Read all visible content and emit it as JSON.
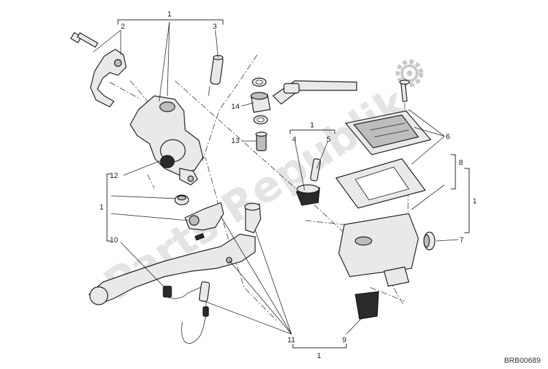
{
  "diagram_code": "BRB00689",
  "watermark": {
    "text": "Parts Republik",
    "color": "#cccccc"
  },
  "callouts": {
    "c1_top": "1",
    "c2": "2",
    "c3": "3",
    "c1_left": "1",
    "c12": "12",
    "c10": "10",
    "c14": "14",
    "c13": "13",
    "c1_mid": "1",
    "c4": "4",
    "c5": "5",
    "c6": "6",
    "c8": "8",
    "c1_right": "1",
    "c7": "7",
    "c11": "11",
    "c9": "9",
    "c1_bottom": "1"
  },
  "icons": [
    "gear-icon"
  ]
}
